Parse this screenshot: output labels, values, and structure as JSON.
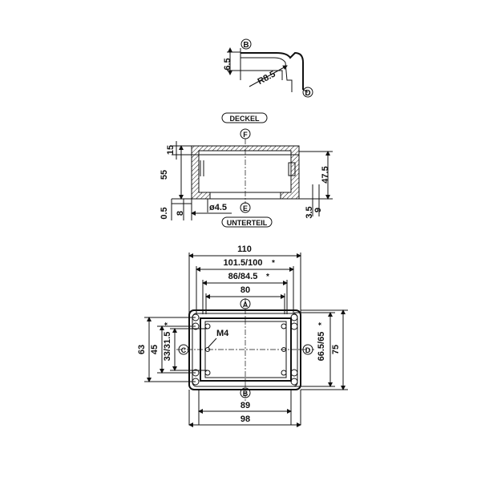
{
  "detail": {
    "label_b": "B",
    "label_d": "D",
    "dim_height": "6.5",
    "dim_radius": "R8.5"
  },
  "section": {
    "lid_label": "DECKEL",
    "base_label": "UNTERTEIL",
    "label_f": "F",
    "label_e": "E",
    "dim_lid_height": "15",
    "dim_total_height": "55",
    "dim_base_height": "47.5",
    "dim_bottom_offset": "0.5",
    "dim_foot": "8",
    "dim_hole": "ø4.5",
    "dim_right_a": "3.5",
    "dim_right_b": "9"
  },
  "plan": {
    "dim_width_outer": "110",
    "dim_width_2": "101.5/100",
    "dim_width_3": "86/84.5",
    "dim_width_inner": "80",
    "dim_bottom_1": "89",
    "dim_bottom_2": "98",
    "dim_left_1": "63",
    "dim_left_2": "45",
    "dim_left_3": "33/31.5",
    "dim_right_1": "66.5/65",
    "dim_right_2": "75",
    "screw_label": "M4",
    "star": "*",
    "label_a": "A",
    "label_b": "B",
    "label_c": "C",
    "label_d": "D"
  }
}
